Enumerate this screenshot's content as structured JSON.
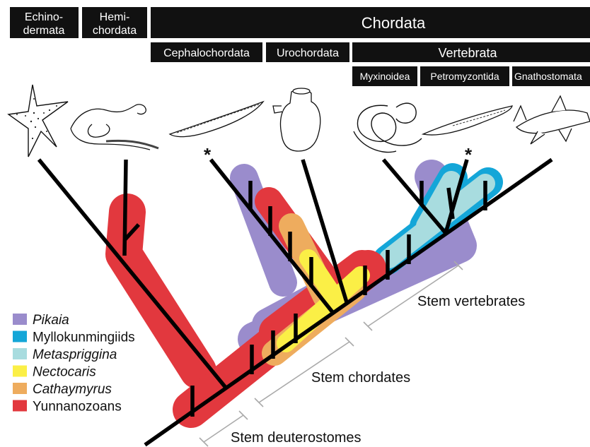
{
  "headers": {
    "echinodermata": [
      "Echino-",
      "dermata"
    ],
    "hemichordata": [
      "Hemi-",
      "chordata"
    ],
    "chordata": "Chordata",
    "cephalochordata": "Cephalochordata",
    "urochordata": "Urochordata",
    "vertebrata": "Vertebrata",
    "myxinoidea": "Myxinoidea",
    "petromyzontida": "Petromyzontida",
    "gnathostomata": "Gnathostomata"
  },
  "markers": {
    "asterisk": "*"
  },
  "stem_labels": {
    "vertebrates": "Stem vertebrates",
    "chordates": "Stem chordates",
    "deuterostomes": "Stem deuterostomes"
  },
  "legend": [
    {
      "label": "Pikaia",
      "color": "#9a8ccc",
      "italic": true
    },
    {
      "label": "Myllokunmingiids",
      "color": "#14a6d8",
      "italic": false
    },
    {
      "label": "Metaspriggina",
      "color": "#a8dcdf",
      "italic": true
    },
    {
      "label": "Nectocaris",
      "color": "#fbef46",
      "italic": true
    },
    {
      "label": "Cathaymyrus",
      "color": "#eeac5e",
      "italic": true
    },
    {
      "label": "Yunnanozoans",
      "color": "#e2383e",
      "italic": false
    }
  ],
  "colors": {
    "pikaia": "#9a8ccc",
    "myllokunmingiids": "#14a6d8",
    "metaspriggina": "#a8dcdf",
    "nectocaris": "#fbef46",
    "cathaymyrus": "#eeac5e",
    "yunnanozoans": "#e2383e",
    "header_bg": "#111111",
    "tree": "#000000"
  },
  "icons": [
    "starfish-icon",
    "acorn-worm-icon",
    "lancelet-icon",
    "tunicate-icon",
    "hagfish-icon",
    "lamprey-icon",
    "shark-icon"
  ]
}
